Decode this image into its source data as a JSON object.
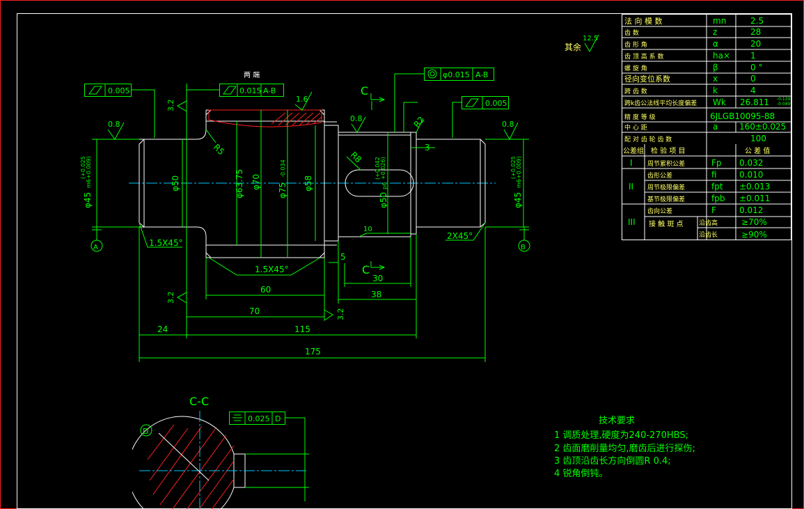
{
  "table_params": [
    {
      "name": "法 向 模 数",
      "sym": "mn",
      "val": "2.5"
    },
    {
      "name": "齿          数",
      "sym": "z",
      "val": "28"
    },
    {
      "name": "齿   形   角",
      "sym": "α",
      "val": "20"
    },
    {
      "name": "齿 顶 高 系 数",
      "sym": "ha×",
      "val": "1"
    },
    {
      "name": "螺   旋   角",
      "sym": "β",
      "val": "0 °"
    },
    {
      "name": "径向变位系数",
      "sym": "x",
      "val": "0"
    },
    {
      "name": "跨   齿   数",
      "sym": "k",
      "val": "4"
    },
    {
      "name": "跨k齿公法线平均长度偏差",
      "sym": "Wk",
      "val": "26.811",
      "tol_up": "-0.129",
      "tol_dn": "-0.089"
    },
    {
      "name": "精  度  等  级",
      "sym": "",
      "val": "6JLGB10095-88"
    },
    {
      "name": "中   心   距",
      "sym": "a",
      "val": "160±0.025"
    },
    {
      "name": "配 对 齿 轮 齿 数",
      "sym": "",
      "val": "100"
    }
  ],
  "table_header": {
    "group": "公差组",
    "item": "检  验  项  目",
    "value": "公  差  值"
  },
  "table_tol": [
    {
      "group": "I",
      "name": "周节累积公差",
      "sym": "Fp",
      "val": "0.032"
    },
    {
      "group": "II",
      "name": "齿形公差",
      "sym": "fi",
      "val": "0.010"
    },
    {
      "group": "",
      "name": "周节极限偏差",
      "sym": "fpt",
      "val": "±0.013"
    },
    {
      "group": "",
      "name": "基节极限偏差",
      "sym": "fpb",
      "val": "±0.011"
    },
    {
      "group": "III",
      "name": "齿向公差",
      "sym": "F",
      "val": "0.012"
    },
    {
      "group": "",
      "name": "接  触  斑  点",
      "sub": "沿齿高",
      "val": "≥70%"
    },
    {
      "group": "",
      "name": "",
      "sub": "沿齿长",
      "val": "≥90%"
    }
  ],
  "notes": {
    "title": "技术要求",
    "items": [
      "1  调质处理,硬度为240-270HBS;",
      "2  齿面磨削量均匀,磨齿后进行探伤;",
      "3  齿顶沿齿长方向倒圆R 0.4;",
      "4  锐角倒钝。"
    ]
  },
  "roughness": {
    "other_label": "其余",
    "other_val": "12.5",
    "val_08": "0.8",
    "val_16": "1.6",
    "val_32": "3.2"
  },
  "tolerance_frames": {
    "left_runout": "0.005",
    "mid_runout": "0.015",
    "datum_ab": "A-B",
    "both_ends": "两 端",
    "coax": "φ0.015",
    "right_runout": "0.005",
    "sym": "0.025",
    "datum_d": "D"
  },
  "dims": {
    "d45": "φ45",
    "d45_fit": "m6",
    "d45_up": "(+0.025",
    "d45_dn": "+0.009)",
    "d50": "φ50",
    "d6375": "φ63.75",
    "d70": "φ70",
    "d75": "φ75",
    "d75_tol": "-0.034",
    "d58": "φ58",
    "d50p6": "φ50",
    "p6": "p6",
    "d50_up": "(+0.042",
    "d50_dn": "+0.026)",
    "r5": "R5",
    "r8": "R8",
    "r2": "R2",
    "c15": "1.5X45°",
    "c2": "2X45°",
    "l3": "3",
    "l5": "5",
    "l30": "30",
    "l38": "38",
    "l60": "60",
    "l70": "70",
    "l115": "115",
    "l24": "24",
    "l175": "175",
    "key_w": "10",
    "sec_c": "C",
    "datum_a": "A",
    "datum_b": "B",
    "datum_d": "D",
    "section_title": "C-C"
  }
}
